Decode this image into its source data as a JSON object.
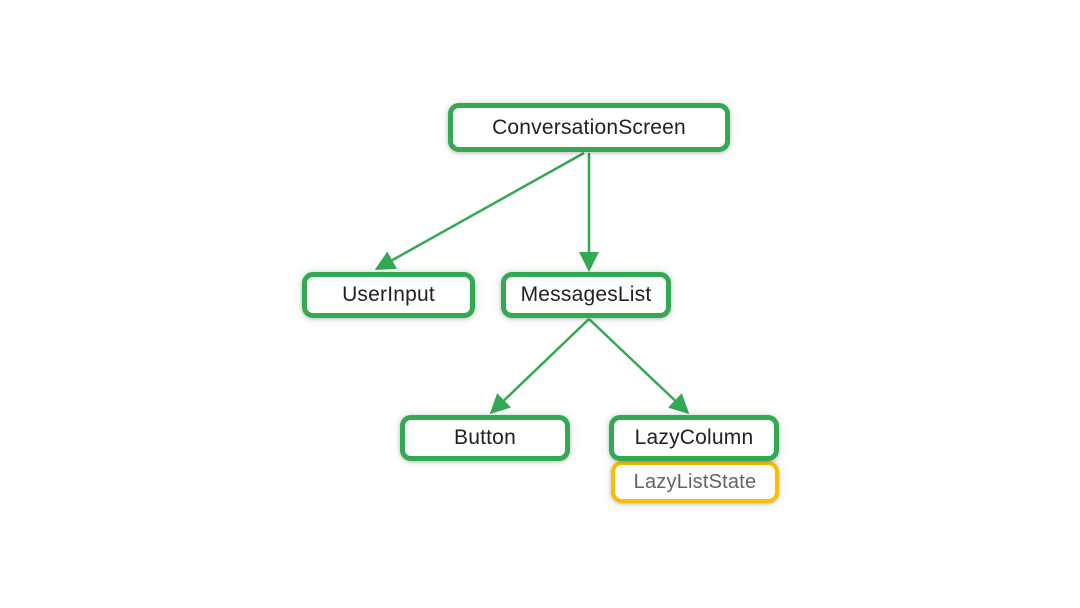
{
  "diagram": {
    "type": "tree",
    "nodes": [
      {
        "id": "conversation-screen",
        "label": "ConversationScreen",
        "border_color": "#34A853",
        "text_color": "#202124"
      },
      {
        "id": "user-input",
        "label": "UserInput",
        "border_color": "#34A853",
        "text_color": "#202124"
      },
      {
        "id": "messages-list",
        "label": "MessagesList",
        "border_color": "#34A853",
        "text_color": "#202124"
      },
      {
        "id": "button",
        "label": "Button",
        "border_color": "#34A853",
        "text_color": "#202124"
      },
      {
        "id": "lazy-column",
        "label": "LazyColumn",
        "border_color": "#34A853",
        "text_color": "#202124"
      },
      {
        "id": "lazy-list-state",
        "label": "LazyListState",
        "border_color": "#FBBC04",
        "text_color": "#5F6368"
      }
    ],
    "edges": [
      {
        "from": "conversation-screen",
        "to": "user-input"
      },
      {
        "from": "conversation-screen",
        "to": "messages-list"
      },
      {
        "from": "messages-list",
        "to": "button"
      },
      {
        "from": "messages-list",
        "to": "lazy-column"
      }
    ],
    "colors": {
      "edge": "#34A853",
      "node_border_green": "#34A853",
      "node_border_yellow": "#FBBC04",
      "label_dark": "#202124",
      "label_gray": "#5F6368",
      "background": "#FFFFFF"
    }
  }
}
